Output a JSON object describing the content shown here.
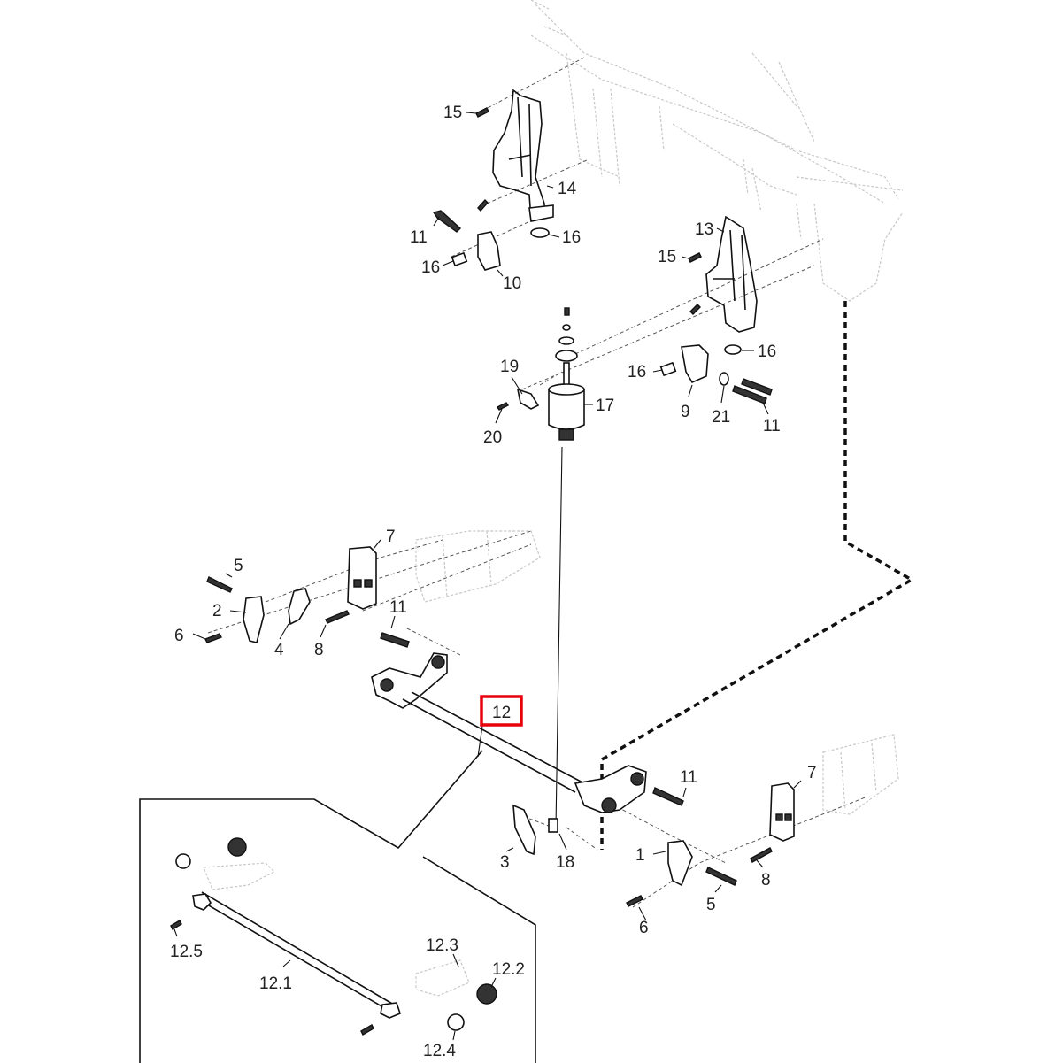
{
  "diagram": {
    "type": "exploded-parts-view",
    "highlight_color": "#e8000b",
    "highlighted_callout": "12",
    "callouts": {
      "c15a": "15",
      "c14": "14",
      "c11a": "11",
      "c16a": "16",
      "c16b": "16",
      "c10": "10",
      "c13": "13",
      "c15b": "15",
      "c16c": "16",
      "c16d": "16",
      "c9": "9",
      "c21": "21",
      "c11b": "11",
      "c19": "19",
      "c17": "17",
      "c20": "20",
      "c7a": "7",
      "c5a": "5",
      "c2": "2",
      "c6a": "6",
      "c4": "4",
      "c8a": "8",
      "c11c": "11",
      "c12": "12",
      "c11d": "11",
      "c7b": "7",
      "c3": "3",
      "c18": "18",
      "c1": "1",
      "c8b": "8",
      "c5b": "5",
      "c6b": "6",
      "c12_5": "12.5",
      "c12_1": "12.1",
      "c12_3": "12.3",
      "c12_2": "12.2",
      "c12_4": "12.4"
    }
  }
}
